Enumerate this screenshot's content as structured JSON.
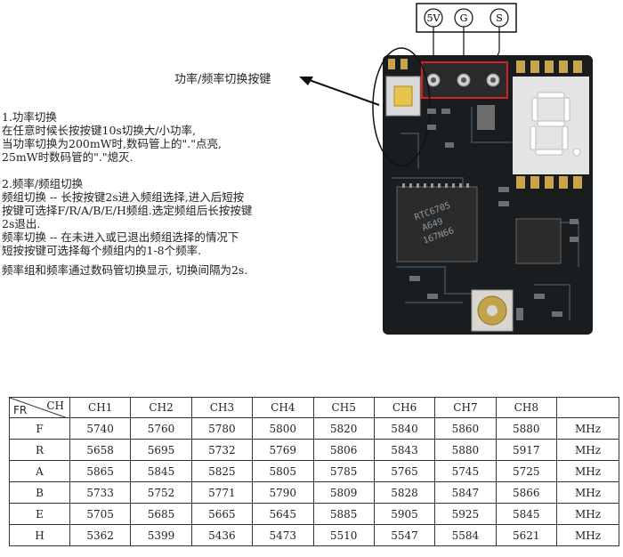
{
  "pins": {
    "p1": "5V",
    "p2": "G",
    "p3": "S"
  },
  "button_label": "功率/频率切换按键",
  "chip": {
    "line1": "RTC6705",
    "line2": "A649",
    "line3": "167N66"
  },
  "instructions": {
    "section1": {
      "line1": "1.功率切换",
      "line2": "在任意时候长按按键10s切换大/小功率,",
      "line3": "当功率切换为200mW时,数码管上的\".\"点亮,",
      "line4": "25mW时数码管的\".\"熄灭."
    },
    "section2": {
      "line1": "2.频率/频组切换",
      "line2": "频组切换 -- 长按按键2s进入频组选择,进入后短按",
      "line3": "按键可选择F/R/A/B/E/H频组.选定频组后长按按键",
      "line4": "2s退出.",
      "line5": "频率切换 -- 在未进入或已退出频组选择的情况下",
      "line6": "短按按键可选择每个频组内的1-8个频率."
    },
    "section3": {
      "line1": "频率组和频率通过数码管切换显示, 切换间隔为2s."
    }
  },
  "table": {
    "corner_top": "CH",
    "corner_bottom": "FR",
    "headers": [
      "CH1",
      "CH2",
      "CH3",
      "CH4",
      "CH5",
      "CH6",
      "CH7",
      "CH8"
    ],
    "unit": "MHz",
    "rows": [
      {
        "group": "F",
        "values": [
          "5740",
          "5760",
          "5780",
          "5800",
          "5820",
          "5840",
          "5860",
          "5880"
        ]
      },
      {
        "group": "R",
        "values": [
          "5658",
          "5695",
          "5732",
          "5769",
          "5806",
          "5843",
          "5880",
          "5917"
        ]
      },
      {
        "group": "A",
        "values": [
          "5865",
          "5845",
          "5825",
          "5805",
          "5785",
          "5765",
          "5745",
          "5725"
        ]
      },
      {
        "group": "B",
        "values": [
          "5733",
          "5752",
          "5771",
          "5790",
          "5809",
          "5828",
          "5847",
          "5866"
        ]
      },
      {
        "group": "E",
        "values": [
          "5705",
          "5685",
          "5665",
          "5645",
          "5885",
          "5905",
          "5925",
          "5845"
        ]
      },
      {
        "group": "H",
        "values": [
          "5362",
          "5399",
          "5436",
          "5473",
          "5510",
          "5547",
          "5584",
          "5621"
        ]
      }
    ]
  }
}
